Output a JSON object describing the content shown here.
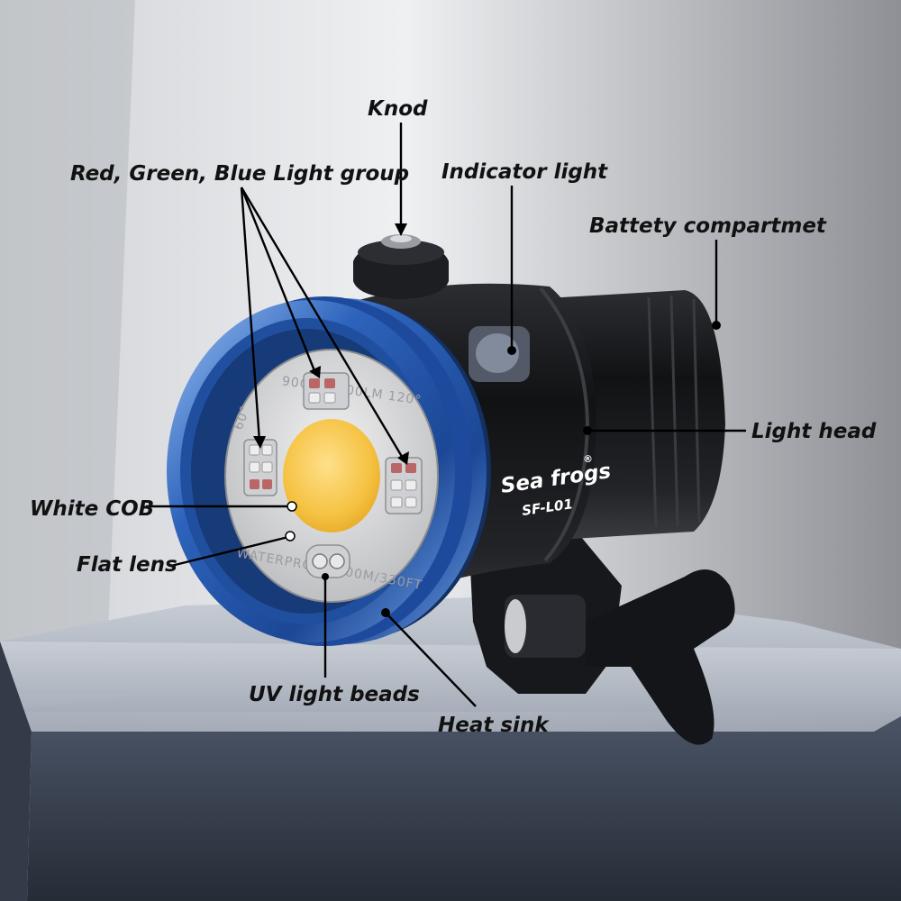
{
  "colors": {
    "background_left": "#c2c4c9",
    "background_right": "#8f9197",
    "pedestal_top": "#aab1bc",
    "pedestal_front": "#3b4352",
    "ring_blue": "#2e63b8",
    "ring_highlight": "#8fb6ee",
    "body_black": "#1c1d20",
    "cob_yellow": "#f6c64b",
    "lens_plate": "#dcdcdc"
  },
  "product": {
    "brand": "Sea frogs",
    "brand_mark": "®",
    "model": "SF-L01",
    "lens_text_top": "90CRI  6000LM 120°",
    "lens_text_bottom": "WATERPROOF 100M/330FT",
    "lens_text_left": "60°"
  },
  "labels": {
    "knob": "Knod",
    "rgb_group": "Red, Green, Blue Light group",
    "indicator": "Indicator light",
    "battery": "Battety compartmet",
    "light_head": "Light head",
    "white_cob": "White COB",
    "flat_lens": "Flat lens",
    "uv_beads": "UV light beads",
    "heat_sink": "Heat sink"
  },
  "icons": {
    "leader_dot": "dot-marker",
    "leader_arrow": "arrow-head"
  }
}
